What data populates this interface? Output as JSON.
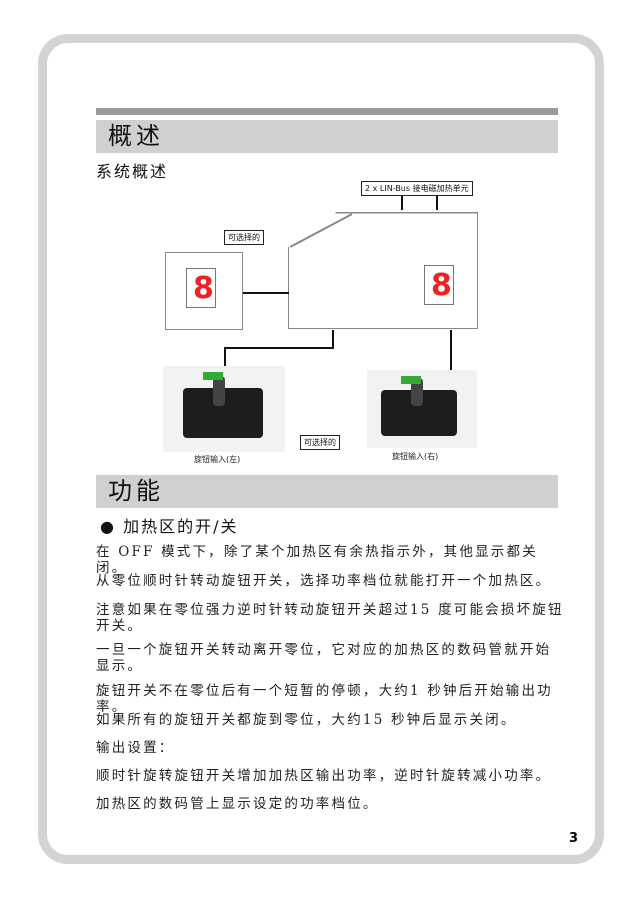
{
  "section1": {
    "title": "概述",
    "subtitle": "系统概述"
  },
  "diagram": {
    "bus_label": "2 x LIN-Bus 接电磁加热单元",
    "optional_label_1": "可选择的",
    "optional_label_2": "可选择的",
    "display_digit": "8",
    "left_knob_caption": "旋钮输入(左)",
    "right_knob_caption": "旋钮输入(右)"
  },
  "section2": {
    "title": "功能",
    "subtitle": "加热区的开/关",
    "bullet": "●"
  },
  "paragraphs": [
    "在 OFF 模式下，除了某个加热区有余热指示外，其他显示都关闭。",
    "从零位顺时针转动旋钮开关，选择功率档位就能打开一个加热区。",
    "注意如果在零位强力逆时针转动旋钮开关超过15 度可能会损坏旋钮开关。",
    "一旦一个旋钮开关转动离开零位，它对应的加热区的数码管就开始显示。",
    "旋钮开关不在零位后有一个短暂的停顿，大约1 秒钟后开始输出功率。",
    "如果所有的旋钮开关都旋到零位，大约15 秒钟后显示关闭。",
    "输出设置：",
    "顺时针旋转旋钮开关增加加热区输出功率，逆时针旋转减小功率。",
    "加热区的数码管上显示设定的功率档位。"
  ],
  "page_number": "3"
}
